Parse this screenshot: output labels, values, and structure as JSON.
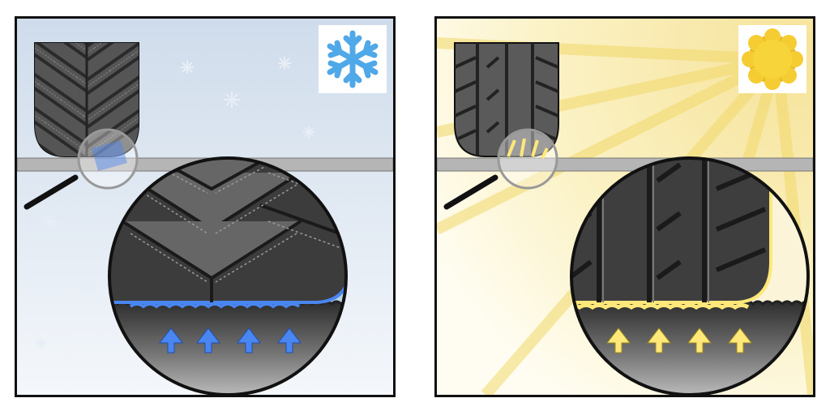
{
  "panels": [
    {
      "season": "winter",
      "weather_icon": "snowflake-icon",
      "tread_type": "winter-tire-siped-tread",
      "accent_color": "#4a86f0",
      "background_colors": [
        "#cfdceb",
        "#f4f7fb"
      ],
      "arrows": 4
    },
    {
      "season": "summer",
      "weather_icon": "sun-icon",
      "tread_type": "summer-tire-grooved-tread",
      "accent_color": "#ffe87a",
      "background_colors": [
        "#f6e8a0",
        "#fffdf2"
      ],
      "arrows": 4
    }
  ],
  "colors": {
    "road": "#b5b5b5",
    "tire_dark": "#3c3c3c",
    "tire_mid": "#6a6a6a",
    "outline": "#111111"
  }
}
